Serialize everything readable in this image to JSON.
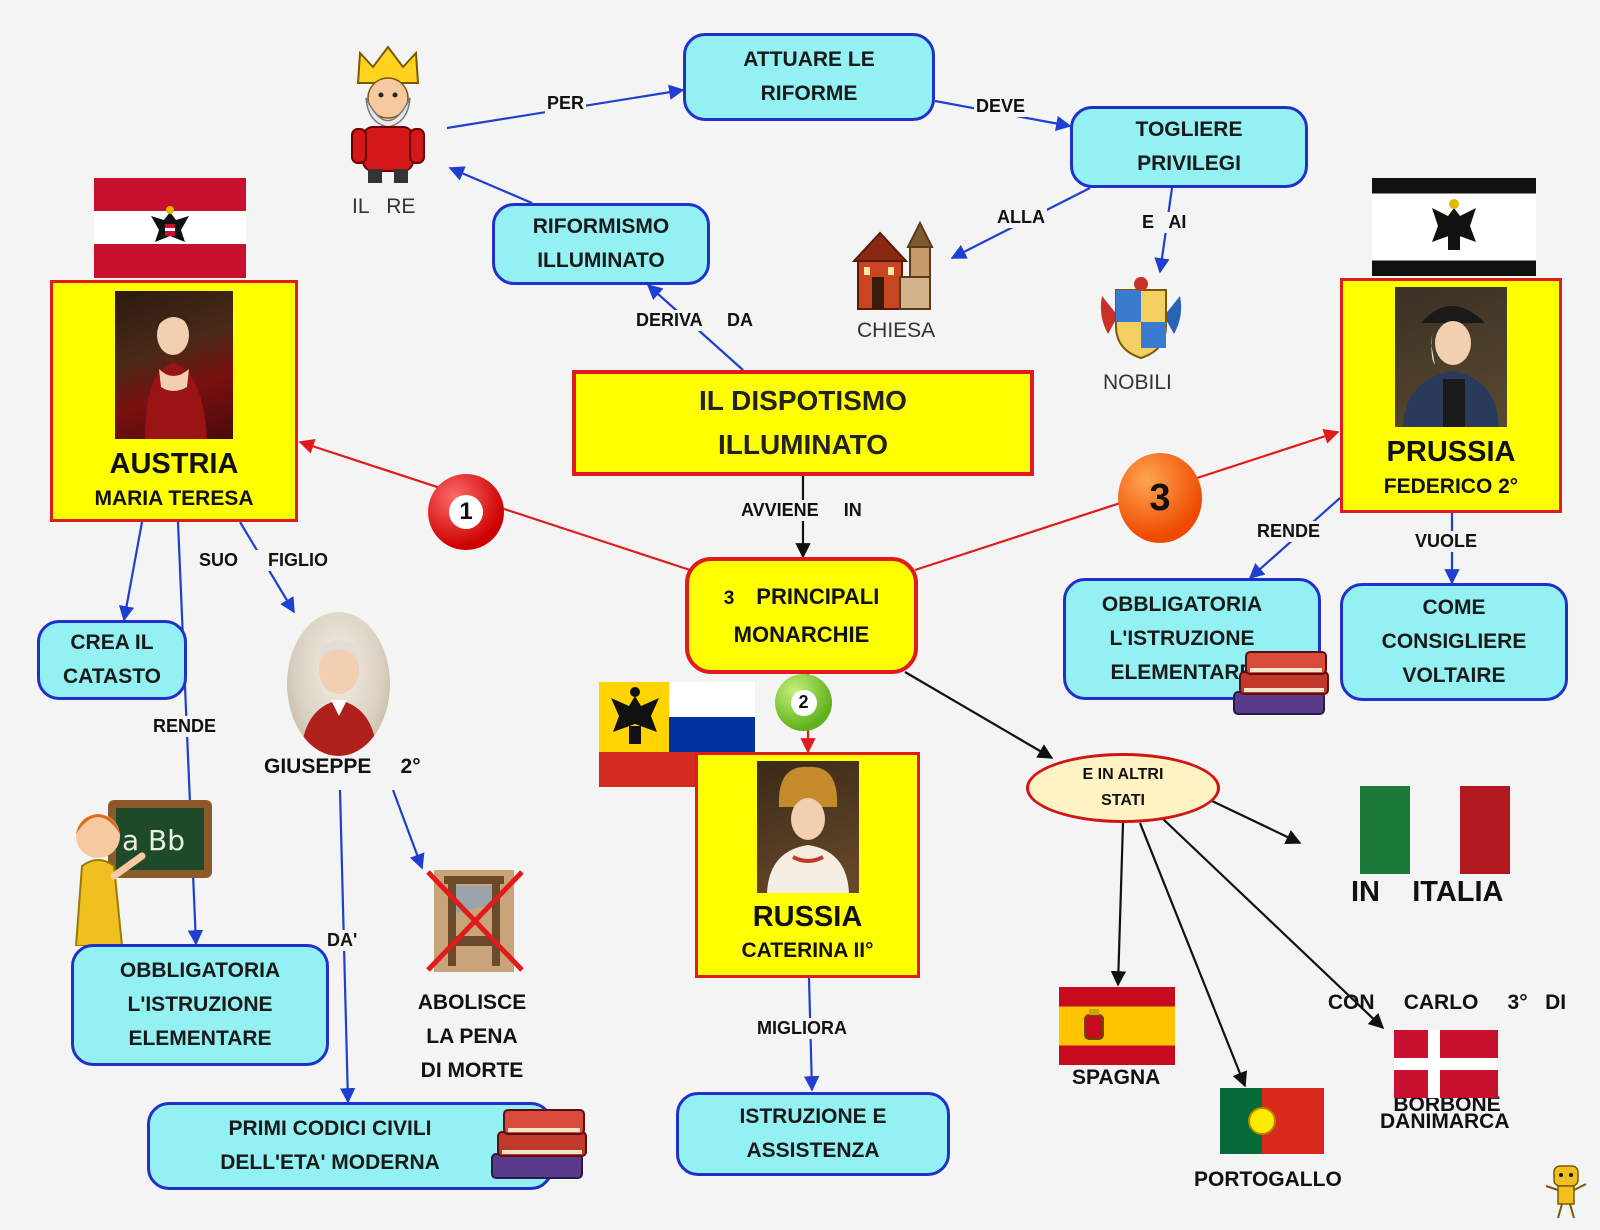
{
  "central": {
    "line1": "IL     DISPOTISMO",
    "line2": "ILLUMINATO"
  },
  "monarchie": {
    "number": "3",
    "line1": "PRINCIPALI",
    "line2": "MONARCHIE"
  },
  "riforme": {
    "line1": "ATTUARE    LE",
    "line2": "RIFORME"
  },
  "privilegi": {
    "line1": "TOGLIERE",
    "line2": "PRIVILEGI"
  },
  "riformismo": {
    "line1": "RIFORMISMO",
    "line2": "ILLUMINATO"
  },
  "king_caption": "IL   RE",
  "church_caption": "CHIESA",
  "nobles_caption": "NOBILI",
  "austria": {
    "country": "AUSTRIA",
    "ruler": "MARIA     TERESA",
    "catasto": [
      "CREA    IL",
      "CATASTO"
    ],
    "istruzione": [
      "OBBLIGATORIA",
      "L'ISTRUZIONE",
      "ELEMENTARE"
    ],
    "son": "GIUSEPPE     2°",
    "abolisce": [
      "ABOLISCE",
      "LA    PENA",
      "DI    MORTE"
    ],
    "codici": [
      "PRIMI     CODICI     CIVILI",
      "DELL'ETA'      MODERNA"
    ],
    "chalk_text": "a Bb"
  },
  "prussia": {
    "country": "PRUSSIA",
    "ruler": "FEDERICO     2°",
    "istruzione": [
      "OBBLIGATORIA",
      "L'ISTRUZIONE",
      "ELEMENTARE"
    ],
    "voltaire": [
      "COME",
      "CONSIGLIERE",
      "VOLTAIRE"
    ]
  },
  "russia": {
    "country": "RUSSIA",
    "ruler": "CATERINA     II°",
    "istruzione": [
      "ISTRUZIONE     E",
      "ASSISTENZA"
    ]
  },
  "altri_stati": {
    "line1": "E   IN    ALTRI",
    "line2": "STATI"
  },
  "italia": {
    "title": "IN    ITALIA",
    "line1": "CON     CARLO     3°   DI",
    "line2": "BORBONE"
  },
  "countries": {
    "spagna": "SPAGNA",
    "portogallo": "PORTOGALLO",
    "danimarca": "DANIMARCA"
  },
  "badges": {
    "one": "1",
    "two": "2",
    "three": "3"
  },
  "links": {
    "per": "PER",
    "deve": "DEVE",
    "alla": "ALLA",
    "e_ai": "E   AI",
    "deriva_da": "DERIVA     DA",
    "avviene_in": "AVVIENE     IN",
    "suo_figlio": "SUO      FIGLIO",
    "rende": "RENDE",
    "da": "DA'",
    "migliora": "MIGLIORA",
    "vuole": "VUOLE"
  },
  "colors": {
    "node_fill": "#93f0f3",
    "node_border": "#1f31c8",
    "central_fill": "#ffff00",
    "central_border": "#e11b1b",
    "arrow_blue": "#1f3fd0",
    "arrow_red": "#e11b1b",
    "arrow_black": "#111111"
  }
}
